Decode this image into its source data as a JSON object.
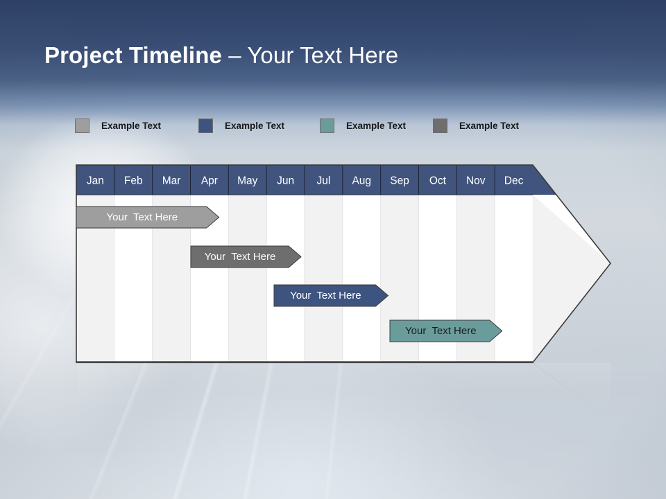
{
  "slide": {
    "title_strong": "Project Timeline",
    "title_dash": " – ",
    "title_light": "Your Text Here",
    "background_description": "blue-eye-macro-photo"
  },
  "colors": {
    "header_blue": "#41547E",
    "bar_blue": "#3E5480",
    "bar_teal": "#6B9C9C",
    "bar_gray_light": "#9E9E9E",
    "bar_gray_dark": "#6E6E6E",
    "grid_stripe": "#F2F2F2",
    "grid_white": "#FFFFFF",
    "outline": "#3A3A3A",
    "title_text": "#FFFFFF"
  },
  "legend": {
    "items": [
      {
        "label": "Example Text",
        "color": "#9E9E9E",
        "x": 0
      },
      {
        "label": "Example Text",
        "color": "#3E5480",
        "x": 178
      },
      {
        "label": "Example Text",
        "color": "#6B9C9C",
        "x": 353
      },
      {
        "label": "Example Text",
        "color": "#6E6E6E",
        "x": 516
      }
    ]
  },
  "chart_data": {
    "type": "bar",
    "title": "Project Timeline – Your Text Here",
    "orientation": "horizontal-gantt",
    "xlabel": "",
    "ylabel": "",
    "grid": true,
    "legend_position": "top",
    "categories": [
      "Jan",
      "Feb",
      "Mar",
      "Apr",
      "May",
      "Jun",
      "Jul",
      "Aug",
      "Sep",
      "Oct",
      "Nov",
      "Dec"
    ],
    "axis_range_months": [
      1,
      12
    ],
    "series": [
      {
        "name": "Your  Text Here",
        "label": "Your  Text Here",
        "color": "#9E9E9E",
        "text_color": "#FFFFFF",
        "start_month": "Jan",
        "end_month": "Apr",
        "start_index": 0,
        "end_index": 3.75,
        "row": 0
      },
      {
        "name": "Your  Text Here",
        "label": "Your  Text Here",
        "color": "#6E6E6E",
        "text_color": "#FFFFFF",
        "start_month": "Apr",
        "end_month": "Jun",
        "start_index": 3.0,
        "end_index": 5.9,
        "row": 1
      },
      {
        "name": "Your  Text Here",
        "label": "Your  Text Here",
        "color": "#3E5480",
        "text_color": "#FFFFFF",
        "start_month": "Jun",
        "end_month": "Sep",
        "start_index": 5.2,
        "end_index": 8.2,
        "row": 2
      },
      {
        "name": "Your  Text Here",
        "label": "Your  Text Here",
        "color": "#6B9C9C",
        "text_color": "#1B1C1E",
        "start_month": "Sep",
        "end_month": "Dec",
        "start_index": 8.25,
        "end_index": 11.2,
        "row": 3
      }
    ]
  }
}
